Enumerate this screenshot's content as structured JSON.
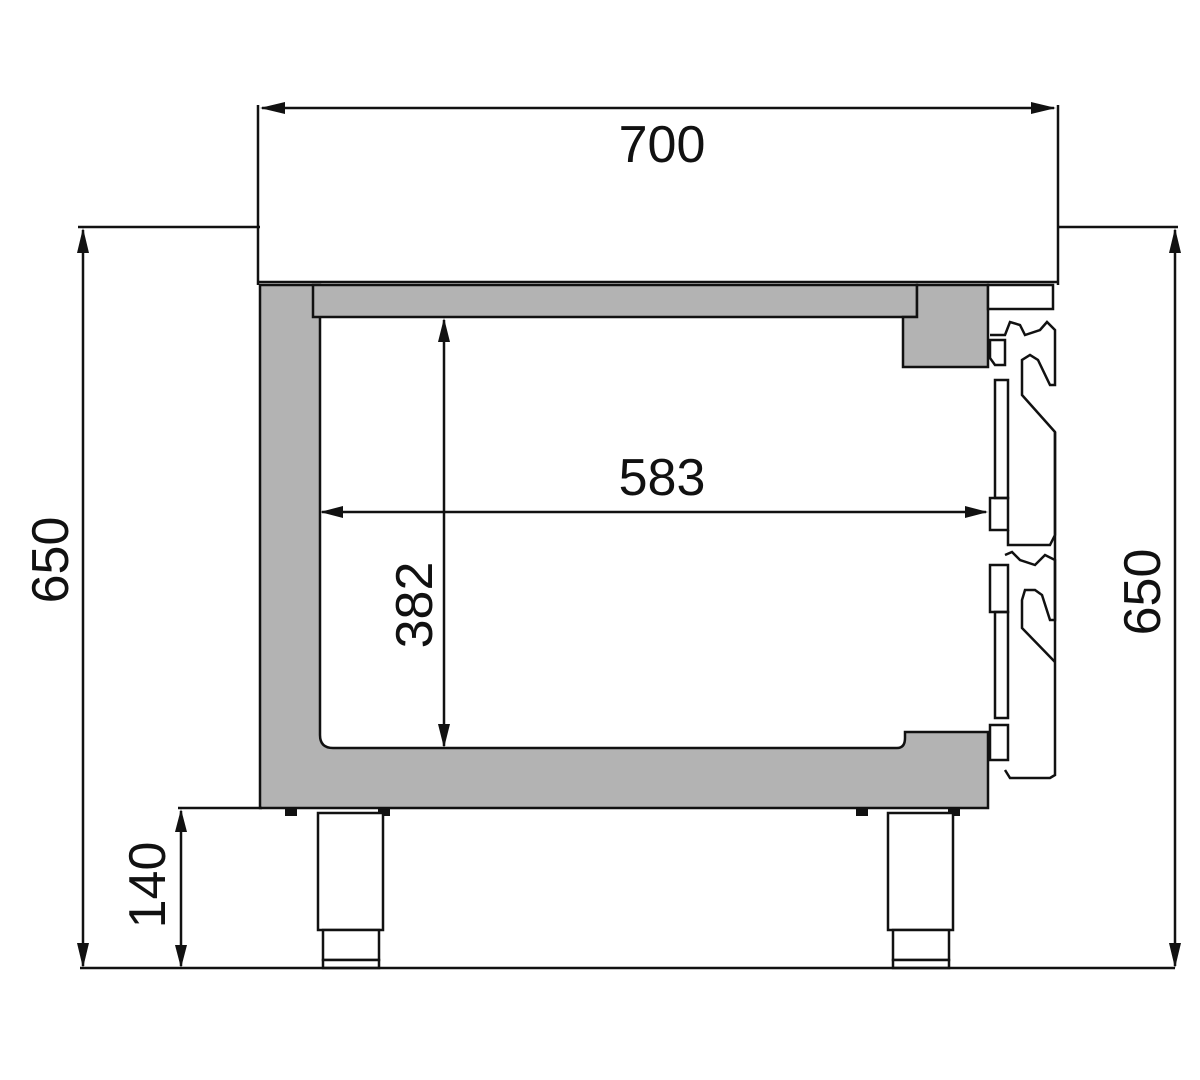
{
  "drawing": {
    "type": "technical side-view dimension drawing",
    "units": "mm",
    "colors": {
      "line": "#111111",
      "body_fill": "#b3b3b3",
      "background": "#ffffff"
    },
    "dimensions": {
      "overall_width": "700",
      "inner_width": "583",
      "inner_height": "382",
      "overall_height_left": "650",
      "overall_height_right": "650",
      "leg_height": "140"
    }
  }
}
